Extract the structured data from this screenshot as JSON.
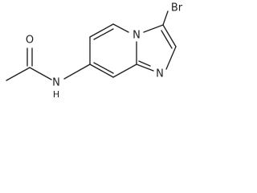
{
  "molecule": {
    "labels": {
      "oxygen": "O",
      "amide_nitrogen": "N",
      "amide_hydrogen": "H",
      "bromine": "Br",
      "ring_nitrogen_bridge": "N",
      "ring_nitrogen_imidazole": "N"
    }
  }
}
